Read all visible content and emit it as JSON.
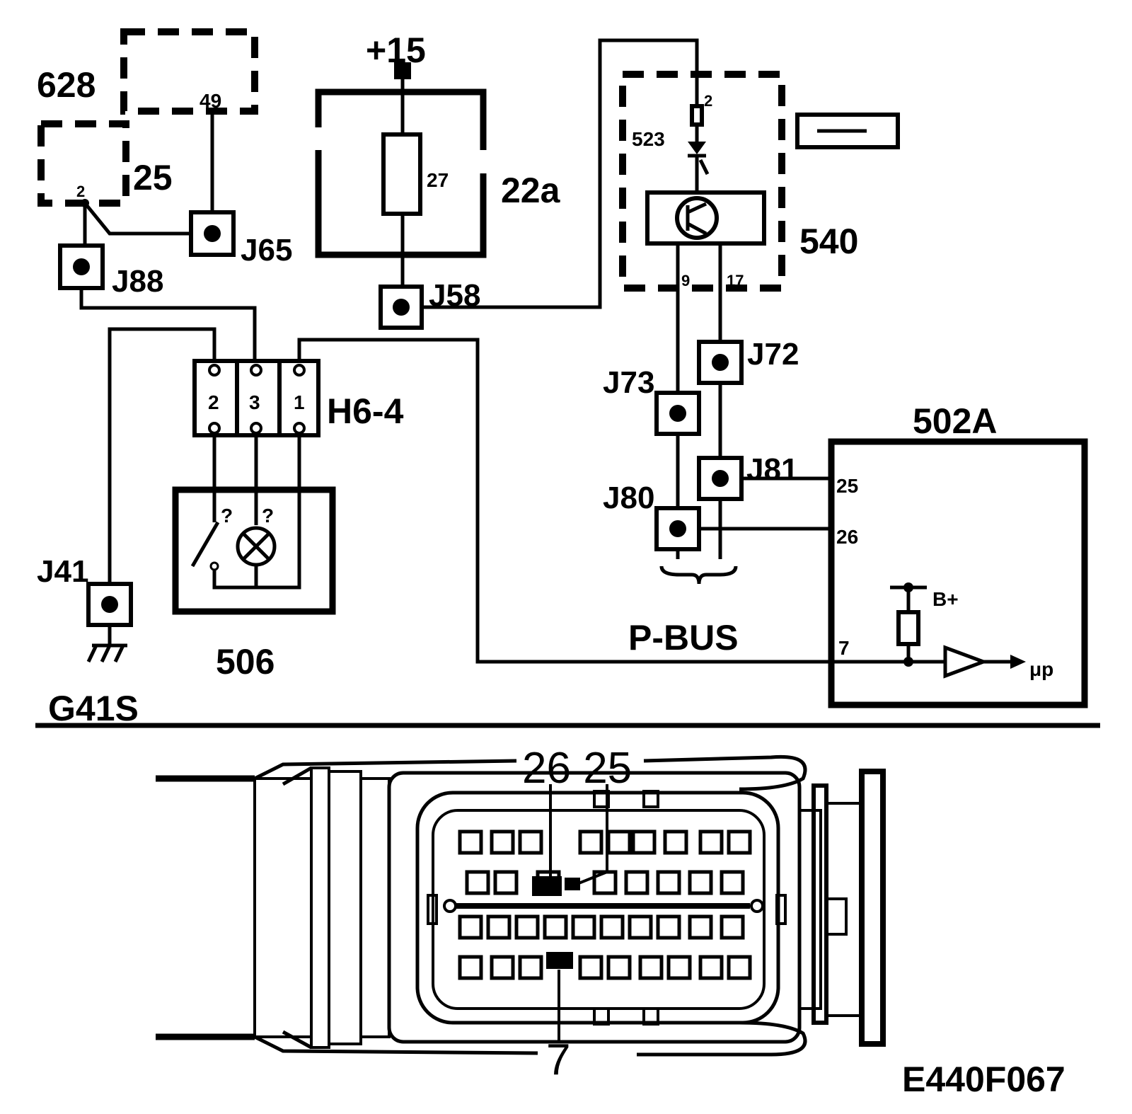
{
  "labels": {
    "c628": "628",
    "c25": "25",
    "pin49": "49",
    "pin2_25": "2",
    "plus15": "+15",
    "fuse27": "27",
    "c22a": "22a",
    "j65": "J65",
    "j88": "J88",
    "j58": "J58",
    "c523": "523",
    "pin2_523": "2",
    "c540": "540",
    "pin9": "9",
    "pin17": "17",
    "j72": "J72",
    "j73": "J73",
    "j81": "J81",
    "j80": "J80",
    "h64": "H6-4",
    "h_pin2": "2",
    "h_pin3": "3",
    "h_pin1": "1",
    "c502a": "502A",
    "pin25": "25",
    "pin26": "26",
    "pin7": "7",
    "bplus": "B+",
    "up": "μp",
    "pbus": "P-BUS",
    "j41": "J41",
    "c506": "506",
    "g41s": "G41S",
    "q1": "?",
    "q2": "?",
    "conn_top": "26 25",
    "conn_bottom": "7",
    "figure_id": "E440F067"
  }
}
